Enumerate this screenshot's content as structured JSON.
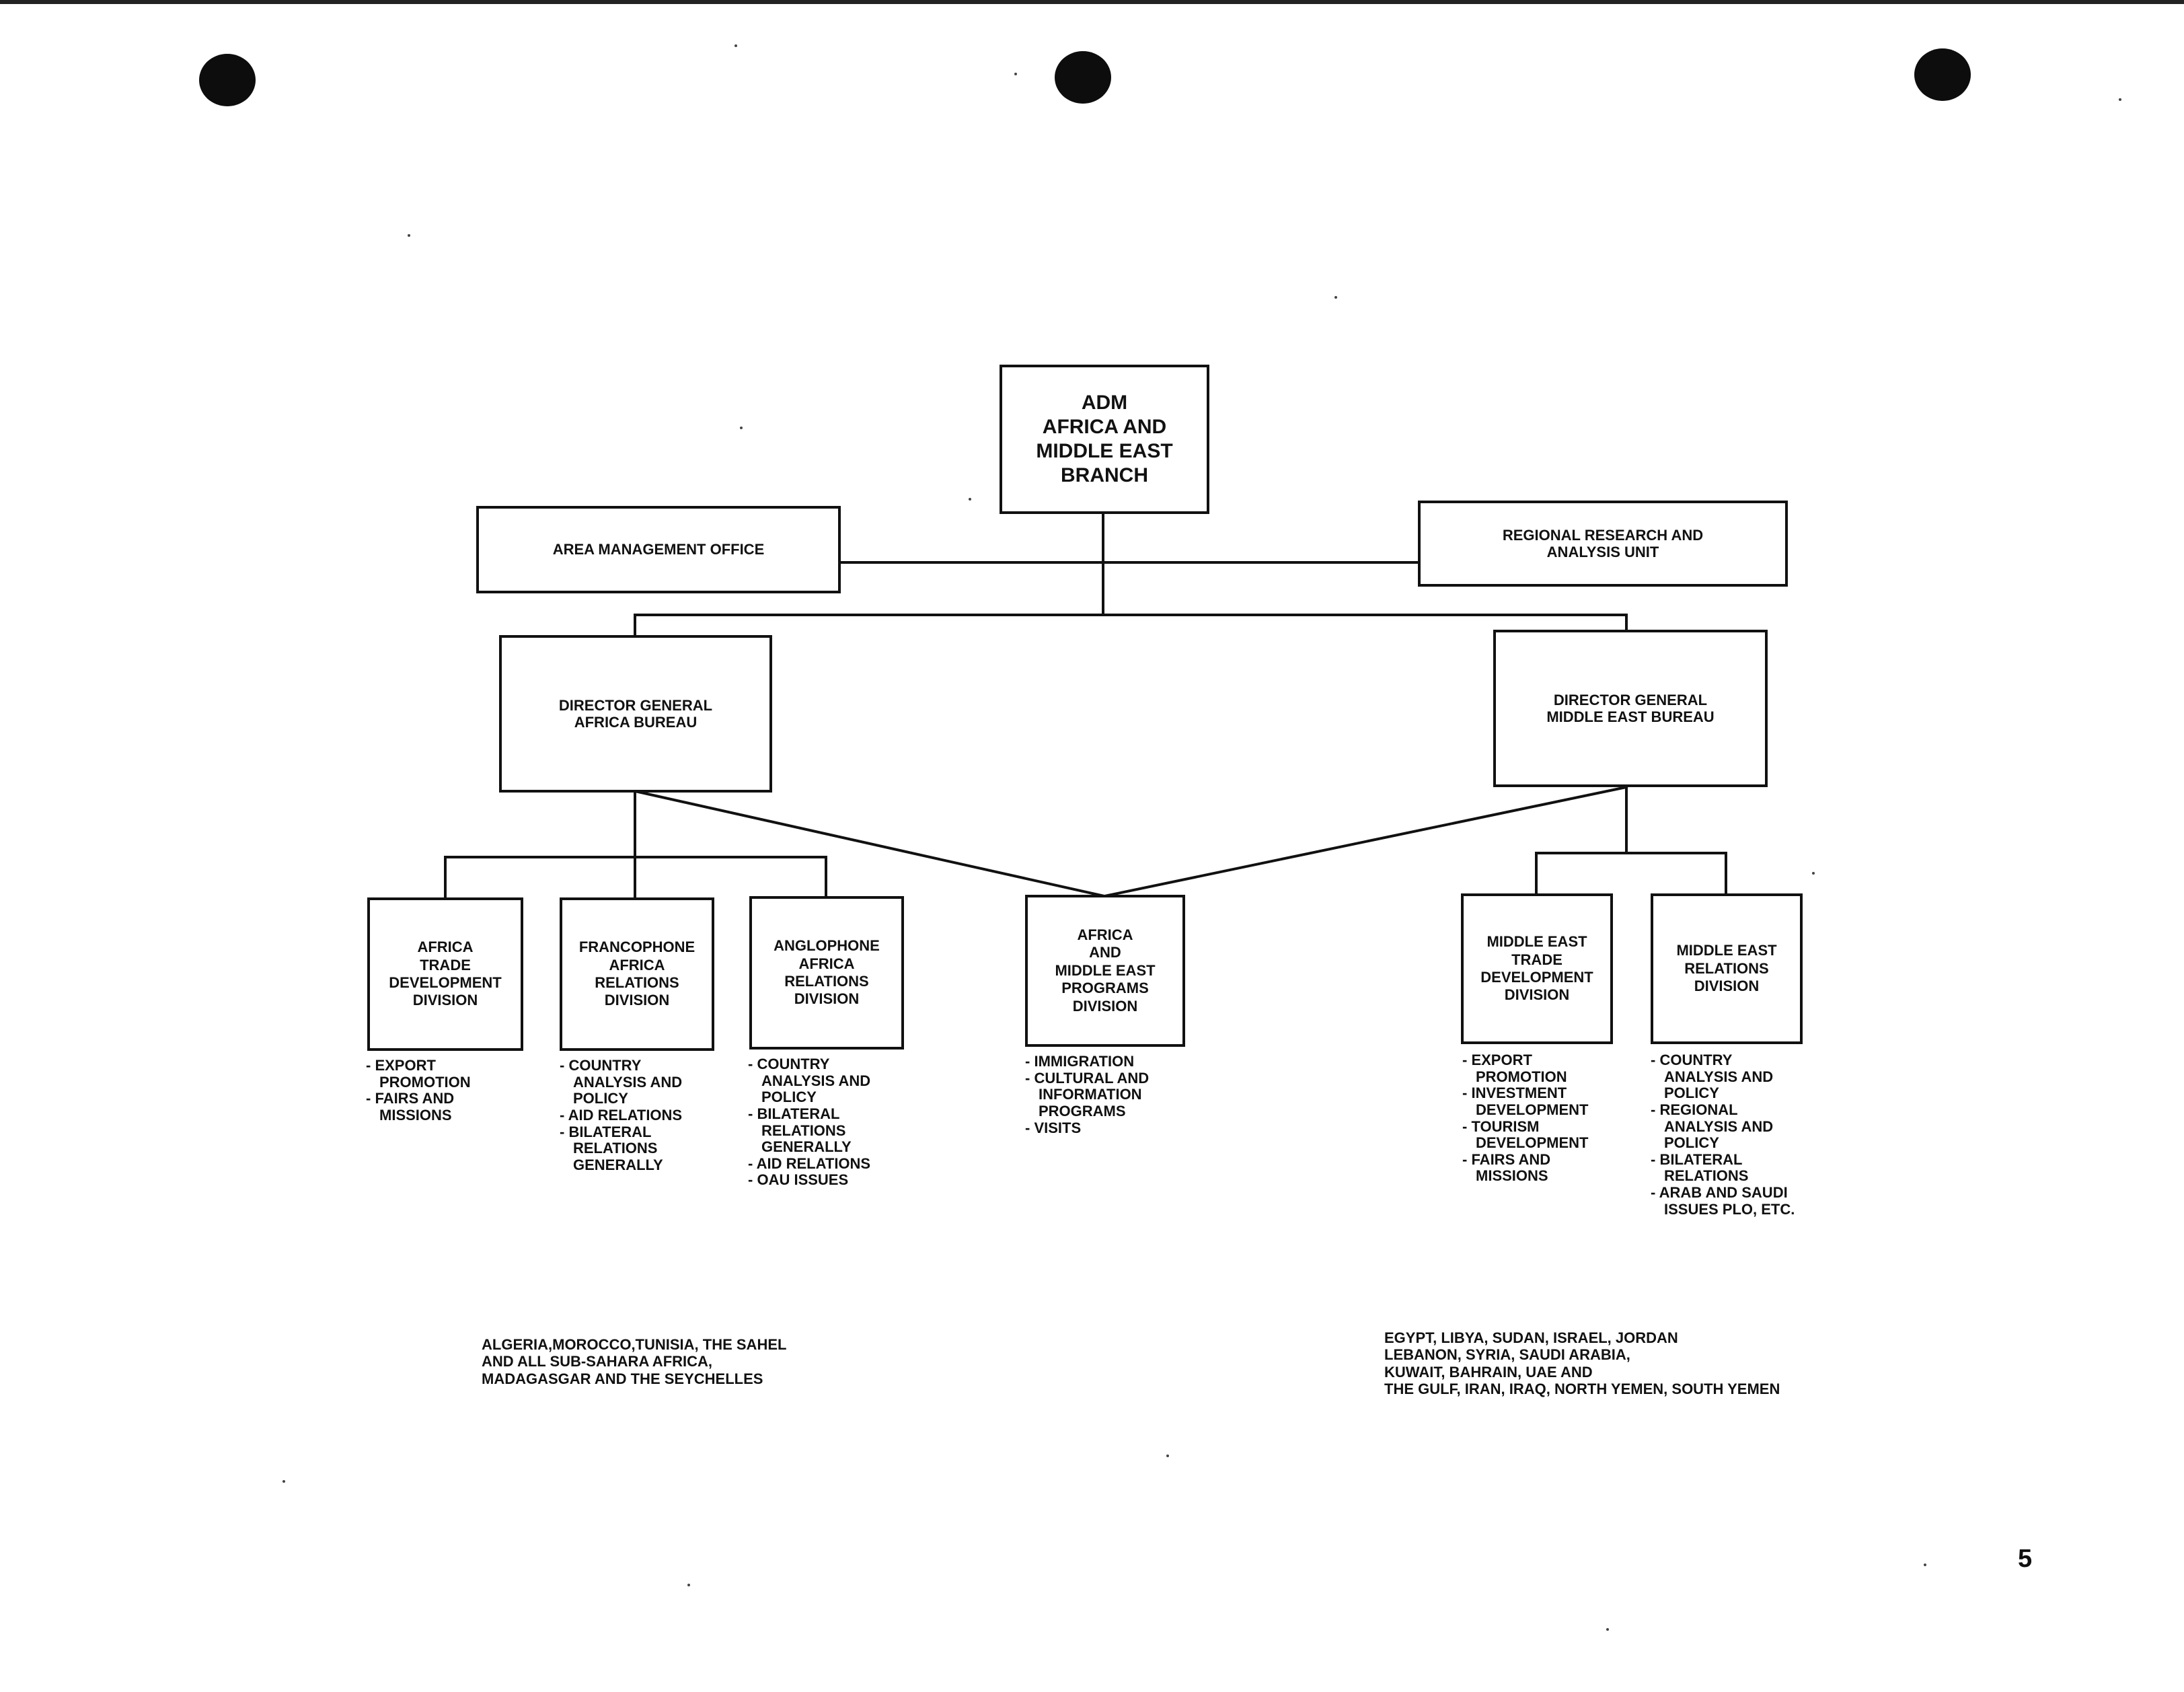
{
  "org_chart": {
    "top": "ADM\nAFRICA AND\nMIDDLE EAST\nBRANCH",
    "staff_left": "AREA MANAGEMENT OFFICE",
    "staff_right": "REGIONAL RESEARCH AND\nANALYSIS UNIT",
    "bureaus": [
      {
        "label": "DIRECTOR GENERAL\nAFRICA BUREAU"
      },
      {
        "label": "DIRECTOR GENERAL\nMIDDLE EAST BUREAU"
      }
    ],
    "divisions": [
      {
        "label": "AFRICA\nTRADE\nDEVELOPMENT\nDIVISION",
        "duties": [
          "EXPORT\nPROMOTION",
          "FAIRS AND\nMISSIONS"
        ]
      },
      {
        "label": "FRANCOPHONE\nAFRICA\nRELATIONS\nDIVISION",
        "duties": [
          "COUNTRY\nANALYSIS AND\nPOLICY",
          "AID RELATIONS",
          "BILATERAL\nRELATIONS\nGENERALLY"
        ]
      },
      {
        "label": "ANGLOPHONE\nAFRICA\nRELATIONS\nDIVISION",
        "duties": [
          "COUNTRY\nANALYSIS AND\nPOLICY",
          "BILATERAL\nRELATIONS\nGENERALLY",
          "AID RELATIONS",
          "OAU ISSUES"
        ]
      },
      {
        "label": "AFRICA\nAND\nMIDDLE EAST\nPROGRAMS\nDIVISION",
        "duties": [
          "IMMIGRATION",
          "CULTURAL AND\nINFORMATION\nPROGRAMS",
          "VISITS"
        ]
      },
      {
        "label": "MIDDLE EAST\nTRADE\nDEVELOPMENT\nDIVISION",
        "duties": [
          "EXPORT\nPROMOTION",
          "INVESTMENT\nDEVELOPMENT",
          "TOURISM\nDEVELOPMENT",
          "FAIRS AND\nMISSIONS"
        ]
      },
      {
        "label": "MIDDLE EAST\nRELATIONS\nDIVISION",
        "duties": [
          "COUNTRY\nANALYSIS AND\nPOLICY",
          "REGIONAL\nANALYSIS AND\nPOLICY",
          "BILATERAL\nRELATIONS",
          "ARAB AND SAUDI\nISSUES PLO, ETC."
        ]
      }
    ]
  },
  "regions": {
    "africa": "ALGERIA,MOROCCO,TUNISIA, THE SAHEL\nAND ALL SUB-SAHARA AFRICA,\nMADAGASGAR AND THE SEYCHELLES",
    "middle_east": "EGYPT, LIBYA, SUDAN, ISRAEL, JORDAN\nLEBANON, SYRIA, SAUDI ARABIA,\nKUWAIT, BAHRAIN, UAE AND\nTHE GULF, IRAN, IRAQ, NORTH YEMEN, SOUTH YEMEN"
  },
  "page_number": "5"
}
